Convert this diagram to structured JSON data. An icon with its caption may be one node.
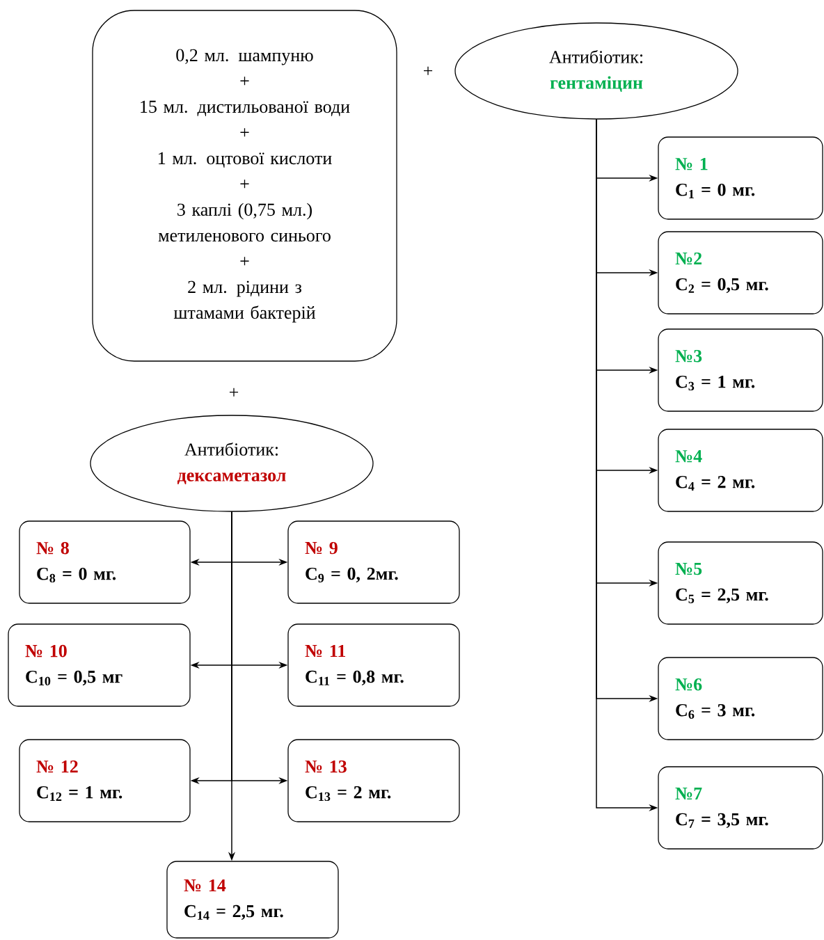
{
  "diagram": {
    "nodes": [
      {
        "text": [
          "0,2 мл. шампуню",
          "+",
          "15 мл. дистильованої води",
          "+",
          "1 мл. оцтової кислоти",
          "+",
          "3 каплі (0,75 мл.) метиленового синього",
          "+",
          "2 мл. рідини з штамами бактерій"
        ]
      },
      {
        "text": [
          "Антибіотик:",
          "гентаміцин"
        ]
      },
      {
        "text": [
          "№ 1",
          "C$_{1}$ = 0 мг."
        ]
      },
      {
        "text": [
          "№2",
          "C$_{2}$ = 0,5 мг."
        ]
      },
      {
        "text": [
          "№3",
          "C$_{3}$ = 1 мг."
        ]
      },
      {
        "text": [
          "№4",
          "C$_{4}$ = 2 мг."
        ]
      },
      {
        "text": [
          "№5",
          "C$_{5}$ = 2,5 мг."
        ]
      },
      {
        "text": [
          "№6",
          "C$_{6}$ = 3 мг."
        ]
      },
      {
        "text": [
          "№7",
          "C$_{7}$ = 3,5 мг."
        ]
      },
      {
        "text": [
          "Антибіотик:",
          "дексаметазол"
        ]
      },
      {
        "text": [
          "№ 8",
          "C$_{8}$ = 0 мг."
        ]
      },
      {
        "text": [
          "№ 9",
          "C$_{9}$ = 0, 2мг."
        ]
      },
      {
        "text": [
          "№ 10",
          "C$_{10}$ = 0,5 мг"
        ]
      },
      {
        "text": [
          "№ 11",
          "C$_{11}$ = 0,8 мг."
        ]
      },
      {
        "text": [
          "№ 12",
          "C$_{12}$ = 1 мг."
        ]
      },
      {
        "text": [
          "№ 13",
          "C$_{13}$ = 2 мг."
        ]
      },
      {
        "text": [
          "№ 14",
          "C$_{14}$ = 2,5 мг."
        ]
      }
    ],
    "edges": [
      {
        "from": 1,
        "to": 2,
        "arrow": "to"
      },
      {
        "from": 1,
        "to": 3,
        "arrow": "to"
      },
      {
        "from": 1,
        "to": 4,
        "arrow": "to"
      },
      {
        "from": 1,
        "to": 5,
        "arrow": "to"
      },
      {
        "from": 1,
        "to": 6,
        "arrow": "to"
      },
      {
        "from": 1,
        "to": 7,
        "arrow": "to"
      },
      {
        "from": 1,
        "to": 8,
        "arrow": "to"
      },
      {
        "from": 9,
        "to": 10,
        "arrow": "to"
      },
      {
        "from": 9,
        "to": 11,
        "arrow": "to"
      },
      {
        "from": 9,
        "to": 12,
        "arrow": "to"
      },
      {
        "from": 9,
        "to": 13,
        "arrow": "to"
      },
      {
        "from": 9,
        "to": 14,
        "arrow": "to"
      },
      {
        "from": 9,
        "to": 15,
        "arrow": "to"
      },
      {
        "from": 9,
        "to": 16,
        "arrow": "to"
      }
    ],
    "labels": [
      "+",
      "+"
    ]
  }
}
